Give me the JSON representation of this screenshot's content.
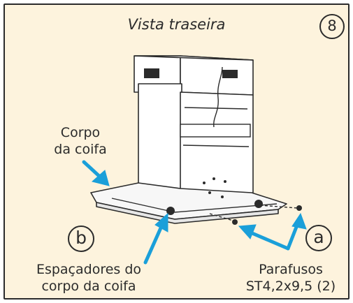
{
  "title": "Vista traseira",
  "step_number": "8",
  "markers": {
    "a": "a",
    "b": "b"
  },
  "labels": {
    "body_line1": "Corpo",
    "body_line2": "da coifa",
    "spacers_line1": "Espaçadores do",
    "spacers_line2": "corpo da coifa",
    "screws_line1": "Parafusos",
    "screws_line2": "ST4,2x9,5 (2)"
  },
  "colors": {
    "background": "#fdf3dd",
    "arrow": "#1a9fd9",
    "stroke": "#2b2b2b"
  }
}
